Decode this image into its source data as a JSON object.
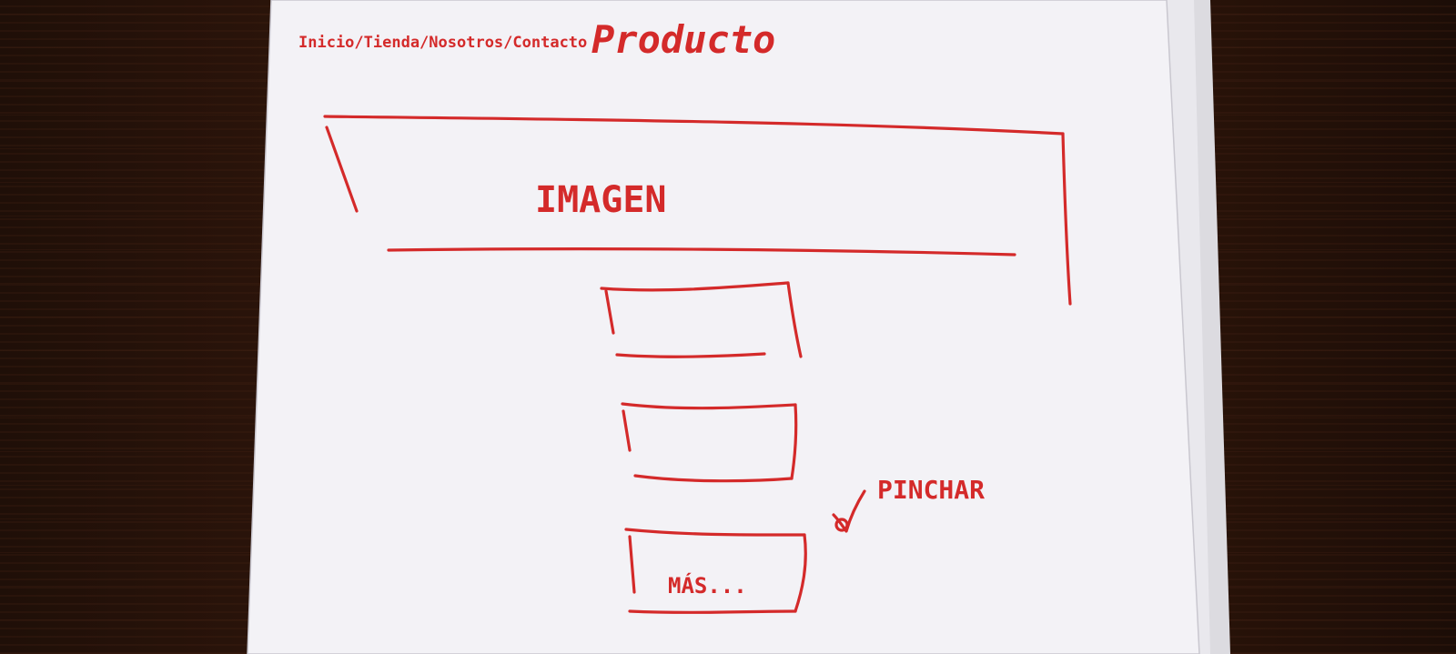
{
  "sketch": {
    "nav": "Inicio/Tienda/Nosotros/Contacto",
    "title": "Producto",
    "image_label": "IMAGEN",
    "more_label": "MÁS...",
    "annotation": "PINCHAR"
  },
  "colors": {
    "ink": "#d42a2a",
    "paper": "#f3f2f6",
    "table": "#241109"
  }
}
